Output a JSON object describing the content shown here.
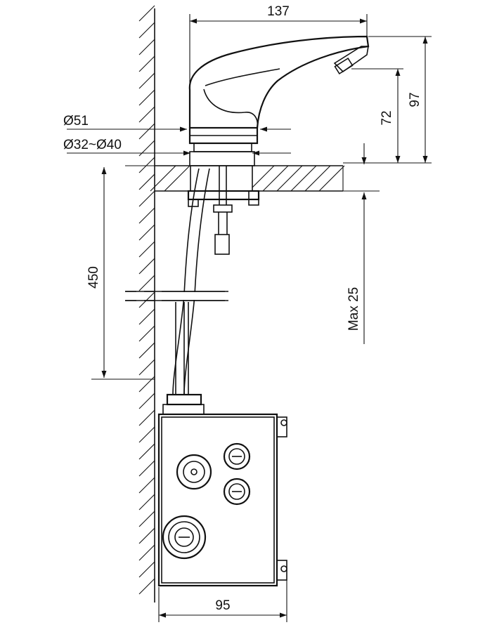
{
  "dimensions": {
    "spout_length": "137",
    "total_height": "97",
    "spout_height": "72",
    "base_diameter": "Ø51",
    "hole_diameter": "Ø32~Ø40",
    "hose_length": "450",
    "max_counter_thickness": "Max 25",
    "box_width": "95"
  }
}
